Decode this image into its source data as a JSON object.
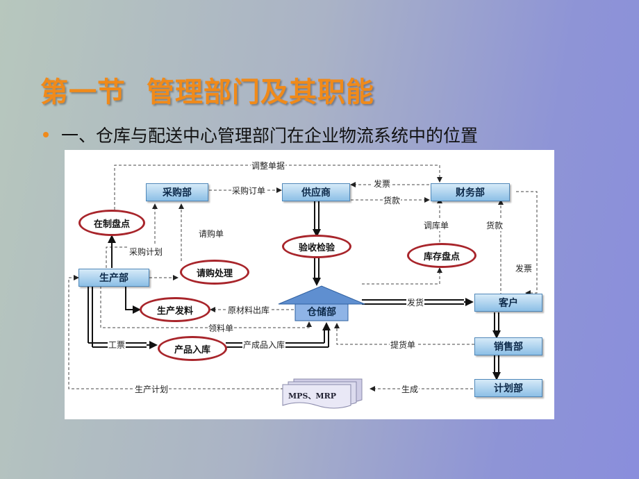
{
  "slide": {
    "title": "第一节  管理部门及其职能",
    "subtitle": "一、仓库与配送中心管理部门在企业物流系统中的位置"
  },
  "diagram": {
    "nodes": {
      "purchasing": "采购部",
      "supplier": "供应商",
      "finance": "财务部",
      "production": "生产部",
      "warehouse": "仓储部",
      "customer": "客户",
      "sales": "销售部",
      "planning": "计划部",
      "mps_mrp": "MPS、MRP"
    },
    "processes": {
      "wip_inventory": "在制盘点",
      "inspection": "验收检验",
      "stock_count": "库存盘点",
      "requisition_processing": "请购处理",
      "production_issue": "生产发料",
      "product_receipt": "产品入库"
    },
    "flows": {
      "adjust_docs": "调整单据",
      "purchase_order": "采购订单",
      "invoice_1": "发票",
      "payment_1": "货款",
      "purchase_request": "请购单",
      "purchase_plan": "采购计划",
      "transfer_slip": "调库单",
      "payment_2": "货款",
      "invoice_2": "发票",
      "material_out": "原材料出库",
      "ship": "发货",
      "material_req": "领料单",
      "work_ticket": "工票",
      "finished_in": "产成品入库",
      "pick_slip": "提货单",
      "prod_plan": "生产计划",
      "generate": "生成"
    }
  },
  "colors": {
    "title": "#f08a1a",
    "oval_border": "#a8252b",
    "box_fill": "#a9d1f0",
    "box_border": "#4f87b8"
  }
}
